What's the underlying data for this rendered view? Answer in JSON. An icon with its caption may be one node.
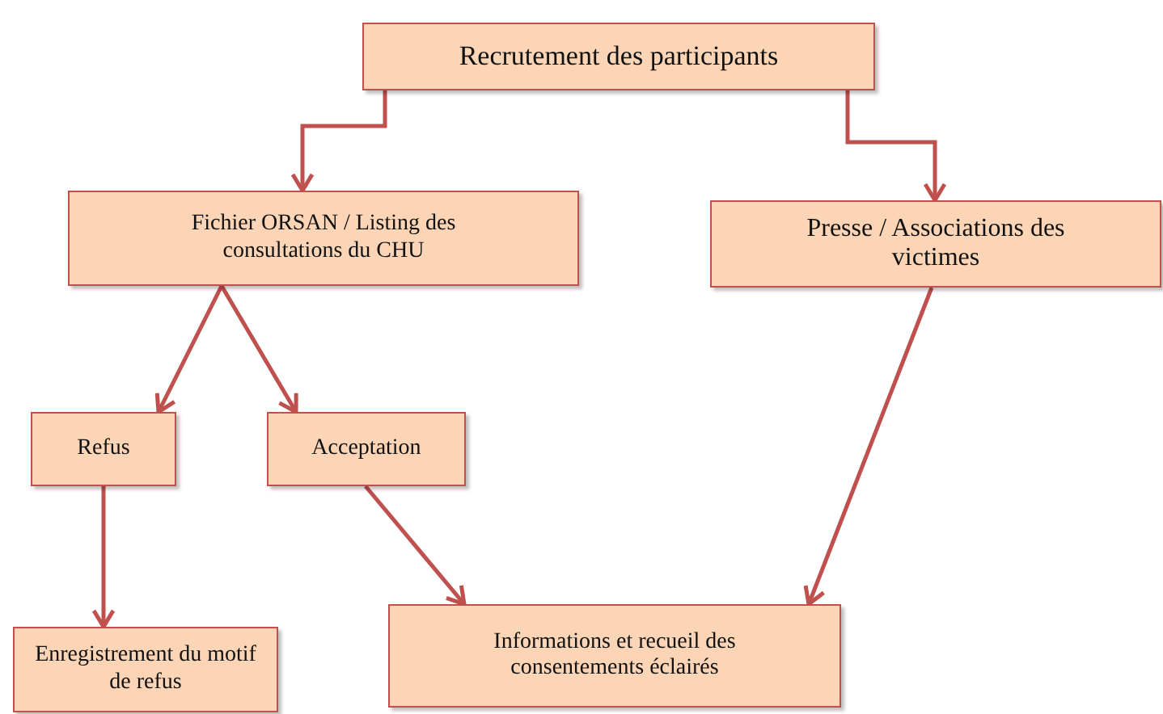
{
  "diagram": {
    "nodes": [
      {
        "text": [
          "Recrutement des participants"
        ]
      },
      {
        "text": [
          "Fichier ORSAN / Listing des consultations du CHU"
        ]
      },
      {
        "text": [
          "Presse / Associations des victimes"
        ]
      },
      {
        "text": [
          "Refus"
        ]
      },
      {
        "text": [
          "Acceptation"
        ]
      },
      {
        "text": [
          "Enregistrement du motif de refus"
        ]
      },
      {
        "text": [
          "Informations et recueil des consentements éclairés"
        ]
      }
    ],
    "edges": [
      {
        "from": 0,
        "to": 1,
        "arrow": "to"
      },
      {
        "from": 0,
        "to": 2,
        "arrow": "to"
      },
      {
        "from": 1,
        "to": 3,
        "arrow": "to"
      },
      {
        "from": 1,
        "to": 4,
        "arrow": "to"
      },
      {
        "from": 3,
        "to": 5,
        "arrow": "to"
      },
      {
        "from": 4,
        "to": 6,
        "arrow": "to"
      },
      {
        "from": 2,
        "to": 6,
        "arrow": "to"
      }
    ]
  }
}
